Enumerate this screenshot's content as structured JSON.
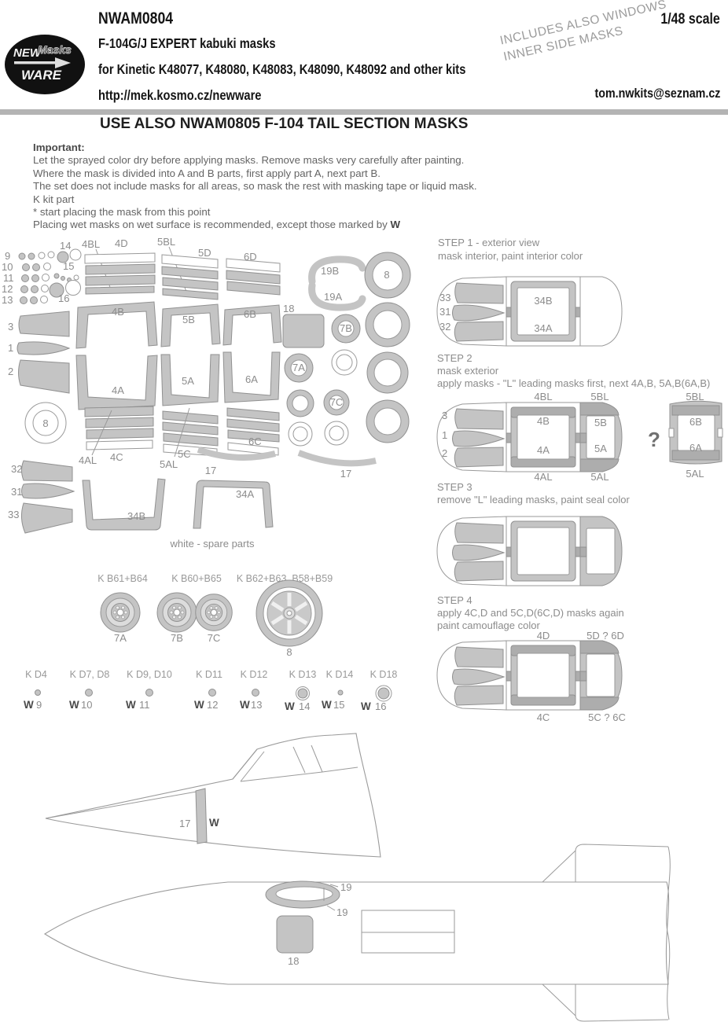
{
  "header": {
    "code": "NWAM0804",
    "title": "F-104G/J EXPERT kabuki masks",
    "kits": "for Kinetic K48077, K48080, K48083, K48090, K48092 and other kits",
    "url": "http://mek.kosmo.cz/newware",
    "scale": "1/48 scale",
    "email": "tom.nwkits@seznam.cz",
    "note1": "INCLUDES ALSO WINDOWS",
    "note2": "INNER SIDE MASKS",
    "logo": {
      "new": "NEW",
      "masks": "Masks",
      "ware": "WARE"
    }
  },
  "notice": "USE ALSO NWAM0805 F-104 TAIL SECTION MASKS",
  "important": {
    "heading": "Important:",
    "line1": "Let the sprayed color dry before applying masks. Remove masks very carefully after painting.",
    "line2": "Where the mask is divided into A and B parts, first apply part A, next part B.",
    "line3": "The set does not include masks for all areas, so mask the rest with masking tape or liquid mask.",
    "line4": "K kit part",
    "line5": "*  start placing the mask from this point",
    "line6": "Placing wet masks on wet surface is recommended, except those marked by ",
    "line6_mark": "W"
  },
  "sheet": {
    "n9": "9",
    "n10": "10",
    "n11": "11",
    "n12": "12",
    "n13": "13",
    "n14": "14",
    "n15": "15",
    "n16": "16",
    "p3": "3",
    "p1": "1",
    "p2": "2",
    "p8": "8",
    "p32": "32",
    "p31": "31",
    "p33": "33",
    "c4bl": "4BL",
    "c4d": "4D",
    "c5bl": "5BL",
    "c5d": "5D",
    "c6d": "6D",
    "p19b": "19B",
    "p19a": "19A",
    "p18": "18",
    "ring8": "8",
    "f4b": "4B",
    "f5b": "5B",
    "f6b": "6B",
    "f4a": "4A",
    "f5a": "5A",
    "f6a": "6A",
    "r7a": "7A",
    "r7b": "7B",
    "r7c": "7C",
    "c4al": "4AL",
    "c4c": "4C",
    "c5al": "5AL",
    "c5c": "5C",
    "c6c": "6C",
    "s17a": "17",
    "s17b": "17",
    "p34b": "34B",
    "p34a": "34A",
    "spare": "white - spare parts"
  },
  "wheels": {
    "k1": "K B61+B64",
    "k2": "K B60+B65",
    "k3": "K B62+B63, B58+B59",
    "l7a": "7A",
    "l7b": "7B",
    "l7c": "7C",
    "l8": "8"
  },
  "dots": {
    "items": [
      {
        "kit": "K D4",
        "w": "W",
        "n": "9"
      },
      {
        "kit": "K D7, D8",
        "w": "W",
        "n": "10"
      },
      {
        "kit": "K D9, D10",
        "w": "W",
        "n": "11"
      },
      {
        "kit": "K D11",
        "w": "W",
        "n": "12"
      },
      {
        "kit": "K D12",
        "w": "W",
        "n": "13"
      },
      {
        "kit": "K D13",
        "w": "W",
        "n": "14"
      },
      {
        "kit": "K D14",
        "w": "W",
        "n": "15"
      },
      {
        "kit": "K D18",
        "w": "W",
        "n": "16"
      }
    ]
  },
  "steps": {
    "s1": {
      "t1": "STEP 1 - exterior view",
      "t2": "mask interior, paint interior color",
      "l33": "33",
      "l31": "31",
      "l32": "32",
      "l34b": "34B",
      "l34a": "34A"
    },
    "s2": {
      "t1": "STEP 2",
      "t2": "mask exterior",
      "t3": "apply masks - \"L\" leading masks first, next 4A,B, 5A,B(6A,B)",
      "l4bl": "4BL",
      "l5bl": "5BL",
      "l3": "3",
      "l1": "1",
      "l2": "2",
      "l4b": "4B",
      "l4a": "4A",
      "l5b": "5B",
      "l5a": "5A",
      "l4al": "4AL",
      "l5al": "5AL",
      "q": "?",
      "r5bl": "5BL",
      "r6b": "6B",
      "r6a": "6A",
      "r5al": "5AL"
    },
    "s3": {
      "t1": "STEP 3",
      "t2": "remove \"L\" leading masks, paint seal color"
    },
    "s4": {
      "t1": "STEP 4",
      "t2": "apply 4C,D and 5C,D(6C,D) masks again",
      "t3": "paint camouflage color",
      "l4d": "4D",
      "l5d6d": "5D ? 6D",
      "l4c": "4C",
      "l5c6c": "5C ? 6C"
    }
  },
  "aircraft": {
    "side_17": "17",
    "side_w": "W",
    "top_19a": "19",
    "top_19b": "19",
    "top_18": "18"
  }
}
